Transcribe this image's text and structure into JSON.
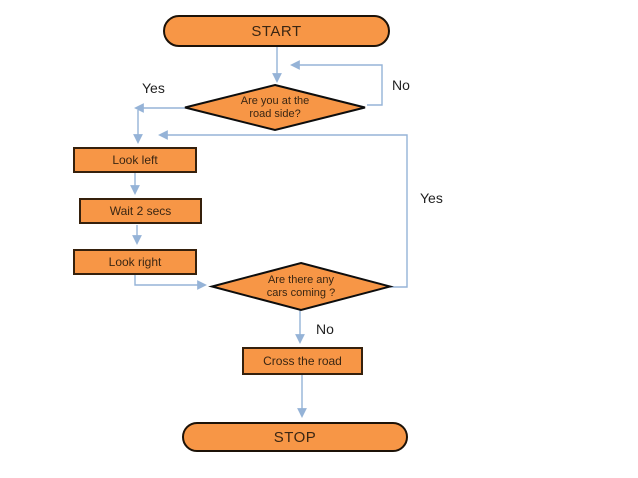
{
  "colors": {
    "shape_fill": "#F79646",
    "diamond_border": "#0d0d0d",
    "rect_border": "#35200c",
    "arrow": "#95B3D7",
    "shape_text": "#3a2613",
    "edge_label_text": "#1f1f1f",
    "background": "#ffffff"
  },
  "nodes": {
    "start": {
      "label": "START"
    },
    "decision_roadside": {
      "line1": "Are you at the",
      "line2": "road side?"
    },
    "look_left": {
      "label": "Look left"
    },
    "wait": {
      "label": "Wait 2 secs"
    },
    "look_right": {
      "label": "Look right"
    },
    "decision_cars": {
      "line1": "Are there any",
      "line2": "cars coming ?"
    },
    "cross_road": {
      "label": "Cross the road"
    },
    "stop": {
      "label": "STOP"
    }
  },
  "edge_labels": {
    "yes_top": "Yes",
    "no_top": "No",
    "yes_right": "Yes",
    "no_bottom": "No"
  }
}
